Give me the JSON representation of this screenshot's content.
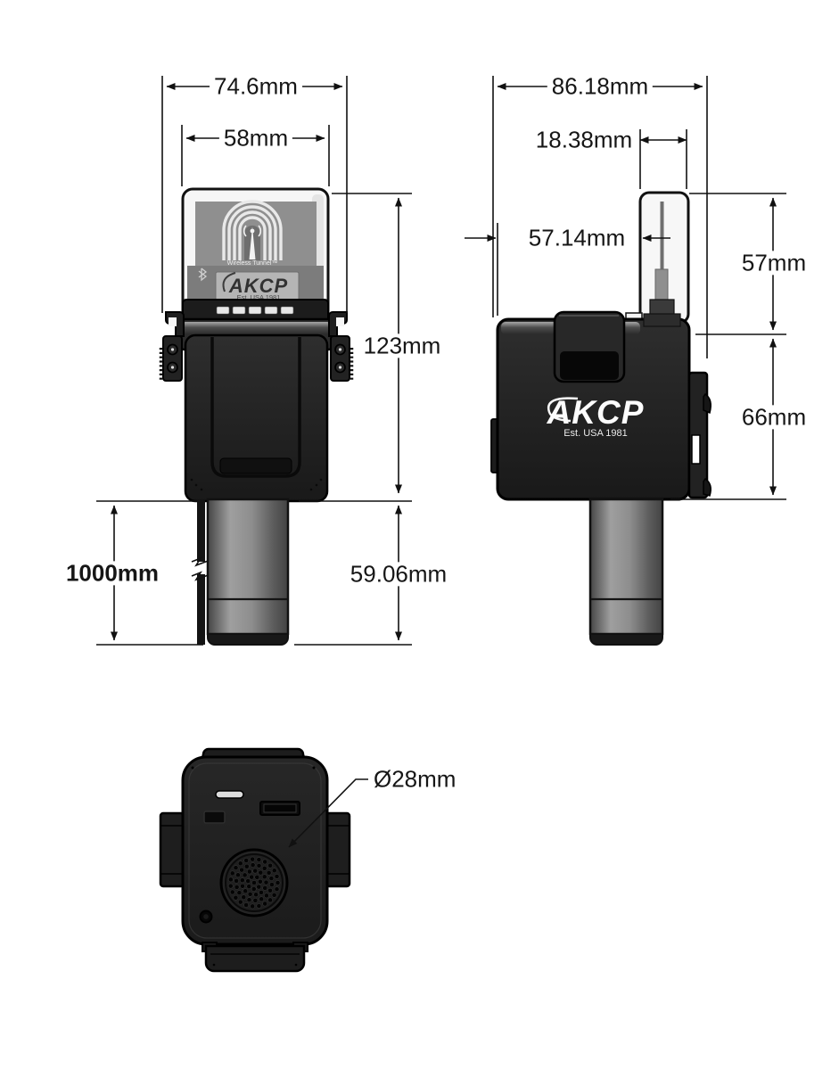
{
  "drawing": {
    "front_view": {
      "overall_width": "74.6mm",
      "cover_width": "58mm",
      "overall_height": "123mm",
      "cable_length": "1000mm",
      "probe_length": "59.06mm",
      "product_logo": "Wireless Tunnel™",
      "brand": "AKCP",
      "brand_tagline": "Est. USA 1981",
      "led_count": 5
    },
    "side_view": {
      "overall_width": "86.18mm",
      "antenna_cover_width": "18.38mm",
      "antenna_offset": "57.14mm",
      "antenna_cover_height": "57mm",
      "body_height": "66mm",
      "brand": "AKCP",
      "brand_tagline": "Est. USA 1981"
    },
    "bottom_view": {
      "grille_diameter": "Ø28mm"
    },
    "colors": {
      "background": "#ffffff",
      "line": "#111111",
      "body_dark": "#1f1f1f",
      "probe_gray": "#8a8a8a",
      "cover_light": "#f7f7f7"
    }
  }
}
